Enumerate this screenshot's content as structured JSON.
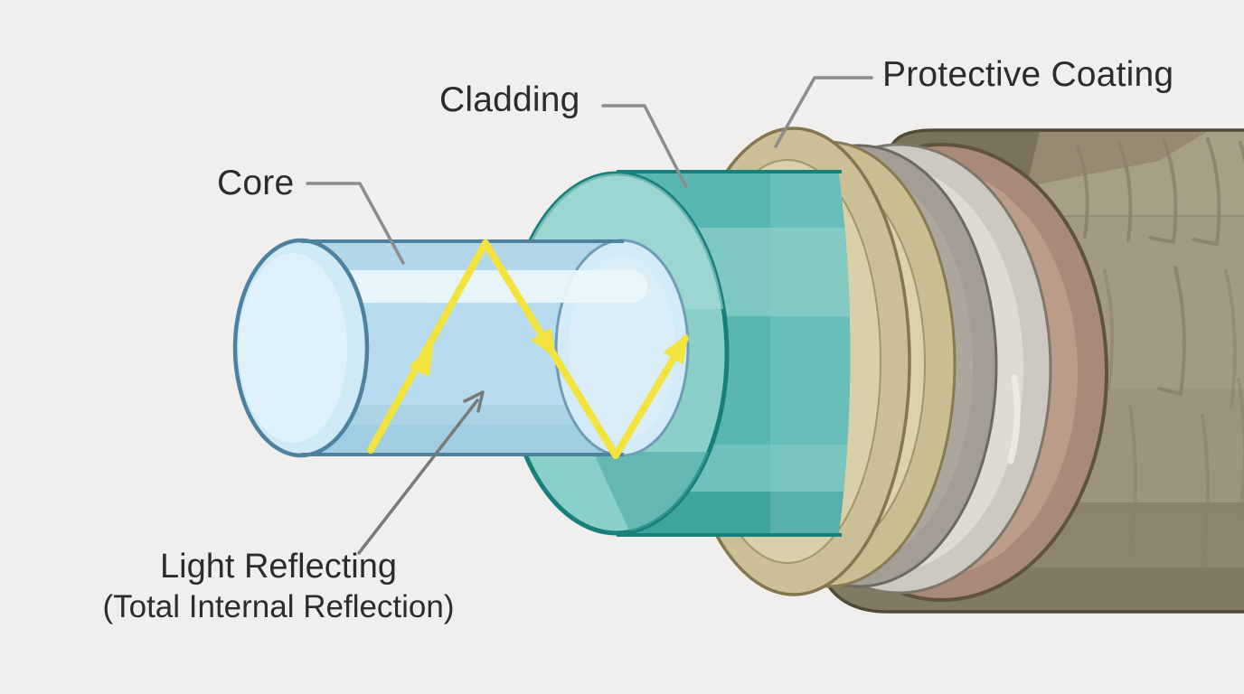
{
  "figure": {
    "kind": "fiber-optic-cable-cutaway-diagram",
    "background": "#f0efed",
    "labels": {
      "core": "Core",
      "cladding": "Cladding",
      "protective_coating": "Protective Coating",
      "light_reflecting_title": "Light Reflecting",
      "light_reflecting_subtitle": "(Total Internal Reflection)"
    },
    "colors": {
      "core_body": "#b7dcef",
      "core_face": "#cfe9f5",
      "core_outline": "#4e81a0",
      "core_highlight": "#eaf6fc",
      "cladding_body": "#58b7b0",
      "cladding_face": "#8bcfc9",
      "cladding_outline": "#17807a",
      "coating_ring_tan": "#cbc095",
      "coating_inner_tan": "#d8d0a9",
      "coating_outline": "#84774e",
      "layer_gray": "#a39d95",
      "layer_silver": "#cdc9c0",
      "layer_brown": "#a98a7a",
      "jacket_body": "#a29a84",
      "jacket_dark_band": "#7a725b",
      "jacket_outline": "#504b39",
      "light_ray_yellow": "#f2e33e",
      "annotation_line_gray": "#8c8c8a",
      "label_text": "#2c2c2c"
    }
  }
}
